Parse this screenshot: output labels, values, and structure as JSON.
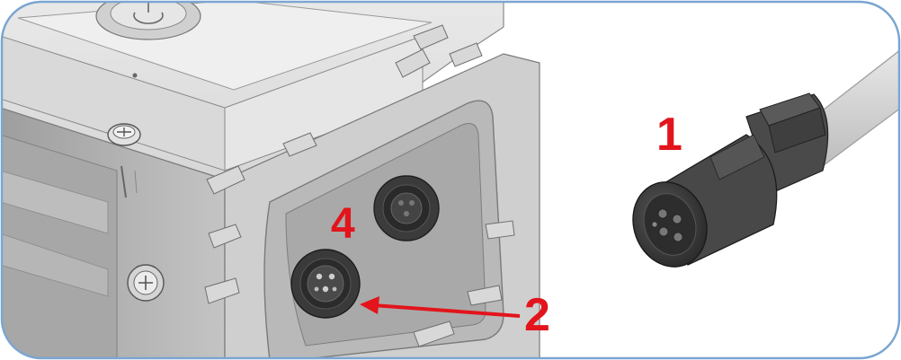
{
  "callouts": {
    "one": "1",
    "two": "2",
    "four": "4"
  },
  "colors": {
    "frame": "#7aa6d2",
    "callout": "#e3141b",
    "housing": "#c9c9c9",
    "housing_light": "#e4e4e4",
    "connector": "#3a3a3a",
    "cable": "#d2d2d2"
  },
  "icons": [
    "power-button-icon",
    "screw-icon",
    "arrow-icon"
  ]
}
